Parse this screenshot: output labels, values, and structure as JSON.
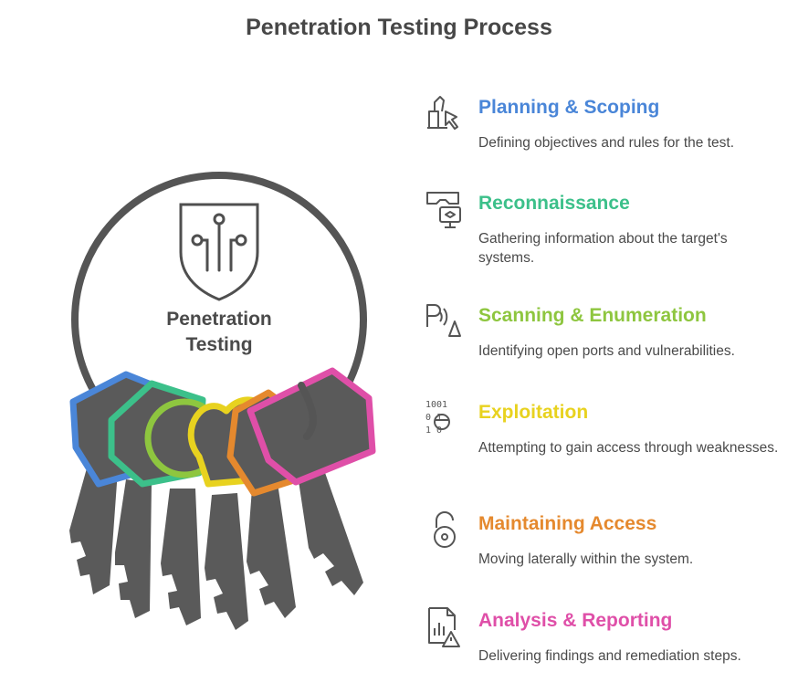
{
  "title": "Penetration Testing Process",
  "hub": {
    "line1": "Penetration",
    "line2": "Testing"
  },
  "colors": {
    "ring": "#555555",
    "key": "#5a5a5a",
    "blue": "#4a86d8",
    "green": "#3cc08a",
    "lime": "#8ec63f",
    "yellow": "#e8d21f",
    "orange": "#e5892e",
    "pink": "#df4fa8"
  },
  "steps": [
    {
      "heading": "Planning & Scoping",
      "desc": "Defining objectives and rules for the test.",
      "color": "#4a86d8",
      "icon": "strategy-chess-icon"
    },
    {
      "heading": "Reconnaissance",
      "desc": "Gathering information about the target's systems.",
      "color": "#3cc08a",
      "icon": "vr-monitor-icon"
    },
    {
      "heading": "Scanning & Enumeration",
      "desc": "Identifying open ports and vulnerabilities.",
      "color": "#8ec63f",
      "icon": "signal-scan-icon"
    },
    {
      "heading": "Exploitation",
      "desc": "Attempting to gain access through weaknesses.",
      "color": "#e8d21f",
      "icon": "binary-hacker-icon"
    },
    {
      "heading": "Maintaining Access",
      "desc": "Moving laterally within the system.",
      "color": "#e5892e",
      "icon": "padlock-icon"
    },
    {
      "heading": "Analysis & Reporting",
      "desc": "Delivering findings and remediation steps.",
      "color": "#df4fa8",
      "icon": "report-warning-icon"
    }
  ]
}
